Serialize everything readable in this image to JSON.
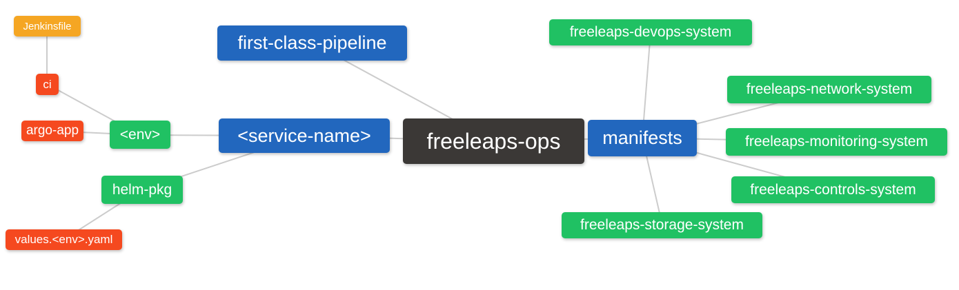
{
  "palette": {
    "root": "#3b3836",
    "branch": "#2267be",
    "leaf": "#20c163",
    "alert": "#f5491f",
    "accent": "#f5a623",
    "line": "#cccccc",
    "text": "#ffffff"
  },
  "nodes": {
    "ops": {
      "label": "freeleaps-ops",
      "color": "root"
    },
    "service_name": {
      "label": "<service-name>",
      "color": "branch"
    },
    "pipeline": {
      "label": "first-class-pipeline",
      "color": "branch"
    },
    "manifests": {
      "label": "manifests",
      "color": "branch"
    },
    "env": {
      "label": "<env>",
      "color": "leaf"
    },
    "helm_pkg": {
      "label": "helm-pkg",
      "color": "leaf"
    },
    "ci": {
      "label": "ci",
      "color": "alert"
    },
    "argo_app": {
      "label": "argo-app",
      "color": "alert"
    },
    "jenkinsfile": {
      "label": "Jenkinsfile",
      "color": "accent"
    },
    "values_yaml": {
      "label": "values.<env>.yaml",
      "color": "alert"
    },
    "devops": {
      "label": "freeleaps-devops-system",
      "color": "leaf"
    },
    "network": {
      "label": "freeleaps-network-system",
      "color": "leaf"
    },
    "monitoring": {
      "label": "freeleaps-monitoring-system",
      "color": "leaf"
    },
    "controls": {
      "label": "freeleaps-controls-system",
      "color": "leaf"
    },
    "storage": {
      "label": "freeleaps-storage-system",
      "color": "leaf"
    }
  },
  "edges": [
    [
      "jenkinsfile",
      "ci"
    ],
    [
      "ci",
      "env"
    ],
    [
      "argo_app",
      "env"
    ],
    [
      "env",
      "service_name"
    ],
    [
      "helm_pkg",
      "service_name"
    ],
    [
      "values_yaml",
      "helm_pkg"
    ],
    [
      "service_name",
      "ops"
    ],
    [
      "pipeline",
      "ops"
    ],
    [
      "ops",
      "manifests"
    ],
    [
      "manifests",
      "devops"
    ],
    [
      "manifests",
      "network"
    ],
    [
      "manifests",
      "monitoring"
    ],
    [
      "manifests",
      "controls"
    ],
    [
      "manifests",
      "storage"
    ]
  ]
}
